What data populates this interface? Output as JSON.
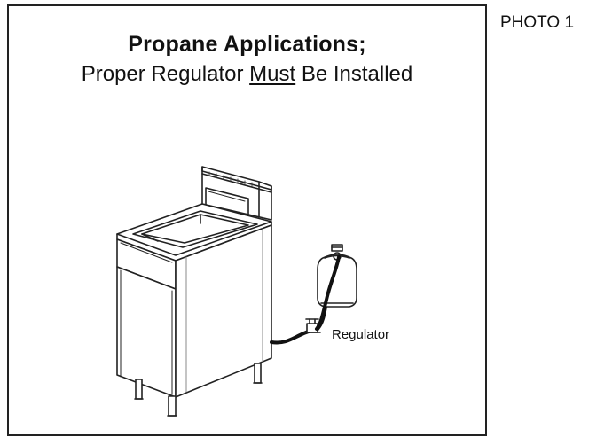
{
  "photo_label": "PHOTO 1",
  "heading": {
    "title": "Propane Applications;",
    "subtitle_before": "Proper Regulator ",
    "subtitle_emphasis": "Must",
    "subtitle_after": " Be Installed"
  },
  "callouts": {
    "regulator": "Regulator"
  },
  "icons": {
    "fryer": "fryer-icon",
    "propane_tank": "propane-tank-icon",
    "regulator": "regulator-icon",
    "gas_hose": "gas-hose-icon"
  }
}
